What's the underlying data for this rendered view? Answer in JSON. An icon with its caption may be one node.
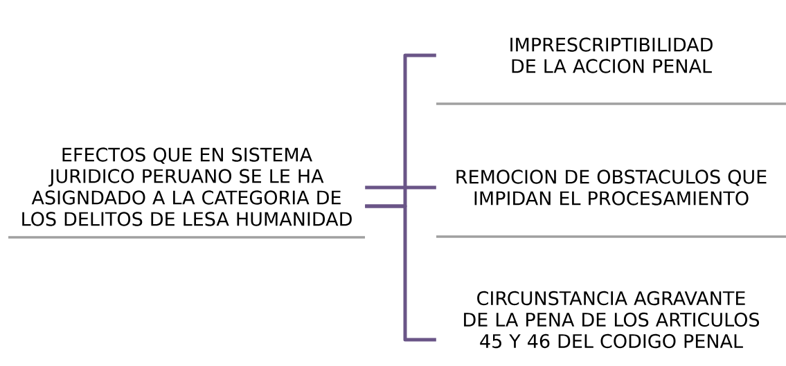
{
  "diagram": {
    "nodes": [
      {
        "text": [
          "EFECTOS QUE EN SISTEMA JURIDICO PERUANO SE LE HA ASIGNDADO A LA CATEGORIA DE LOS DELITOS DE LESA HUMANIDAD"
        ]
      },
      {
        "text": [
          "IMPRESCRIPTIBILIDAD DE LA ACCION PENAL"
        ]
      },
      {
        "text": [
          "REMOCION DE OBSTACULOS QUE IMPIDAN EL PROCESAMIENTO"
        ]
      },
      {
        "text": [
          "CIRCUNSTANCIA AGRAVANTE DE LA PENA DE LOS ARTICULOS 45 Y 46 DEL CODIGO PENAL"
        ]
      }
    ],
    "edges": [
      {
        "from": 0,
        "to": 1,
        "arrow": "none"
      },
      {
        "from": 0,
        "to": 2,
        "arrow": "none"
      },
      {
        "from": 0,
        "to": 3,
        "arrow": "none"
      }
    ]
  }
}
